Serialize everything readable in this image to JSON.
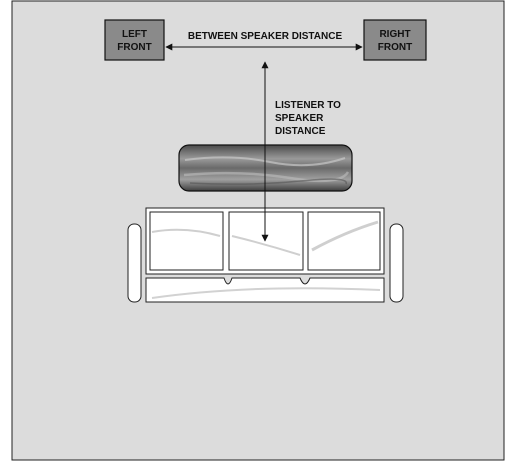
{
  "speakers": {
    "left_front": [
      "LEFT",
      "FRONT"
    ],
    "right_front": [
      "RIGHT",
      "FRONT"
    ]
  },
  "labels": {
    "between_speaker_distance": "BETWEEN SPEAKER DISTANCE",
    "listener_to_speaker_distance": [
      "LISTENER TO",
      "SPEAKER",
      "DISTANCE"
    ]
  },
  "colors": {
    "room_fill": "#dcdcdc",
    "speaker_fill": "#8a8a8a",
    "table_fill": "#6e6e6e",
    "line": "#111111"
  }
}
